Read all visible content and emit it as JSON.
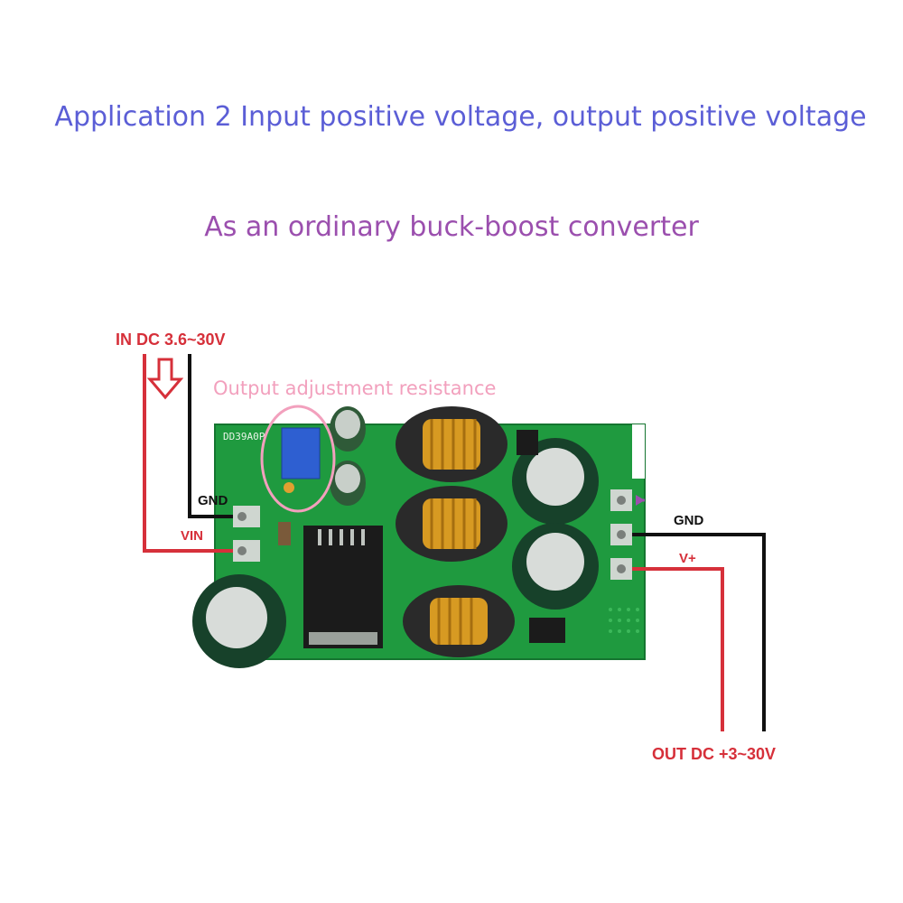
{
  "title": "Application 2 Input positive voltage, output positive voltage",
  "subtitle": "As an ordinary buck-boost converter",
  "labels": {
    "input": "IN DC 3.6~30V",
    "adjust": "Output adjustment resistance",
    "gnd_in": "GND",
    "vin": "VIN",
    "gnd_out": "GND",
    "vplus": "V+",
    "output": "OUT DC +3~30V",
    "board": "DD39A0P"
  },
  "colors": {
    "blue_title": "#5b5ed6",
    "purple_title": "#9b4fae",
    "red_wire": "#d6303a",
    "black_wire": "#111111",
    "pink_annotation": "#f2a0bd",
    "pcb_green": "#1f9a3f"
  }
}
